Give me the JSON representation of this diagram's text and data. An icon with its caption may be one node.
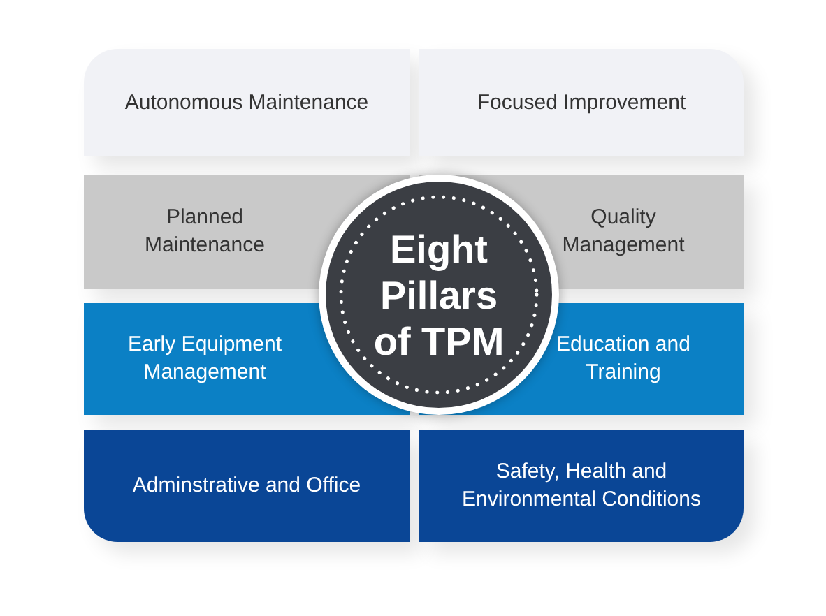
{
  "diagram": {
    "nodes": [
      {
        "text": [
          "Autonomous Maintenance"
        ]
      },
      {
        "text": [
          "Focused Improvement"
        ]
      },
      {
        "text": [
          "Planned Maintenance"
        ]
      },
      {
        "text": [
          "Eight Pillars of TPM"
        ]
      },
      {
        "text": [
          "Quality Management"
        ]
      },
      {
        "text": [
          "Early Equipment Management"
        ]
      },
      {
        "text": [
          "Education and Training"
        ]
      },
      {
        "text": [
          "Adminstrative and Office"
        ]
      },
      {
        "text": [
          "Safety, Health and Environmental Conditions"
        ]
      }
    ]
  }
}
